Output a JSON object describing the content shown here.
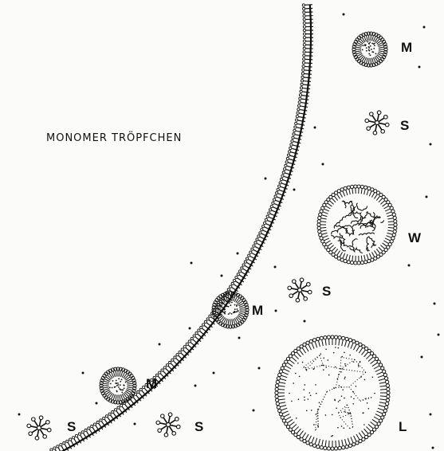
{
  "diagram": {
    "title": "MONOMER TRÖPFCHEN",
    "labels": {
      "micelle": "M",
      "small": "S",
      "worm": "W",
      "large": "L"
    },
    "ink_color": "#111111",
    "paper_color": "#fbfbf9"
  }
}
